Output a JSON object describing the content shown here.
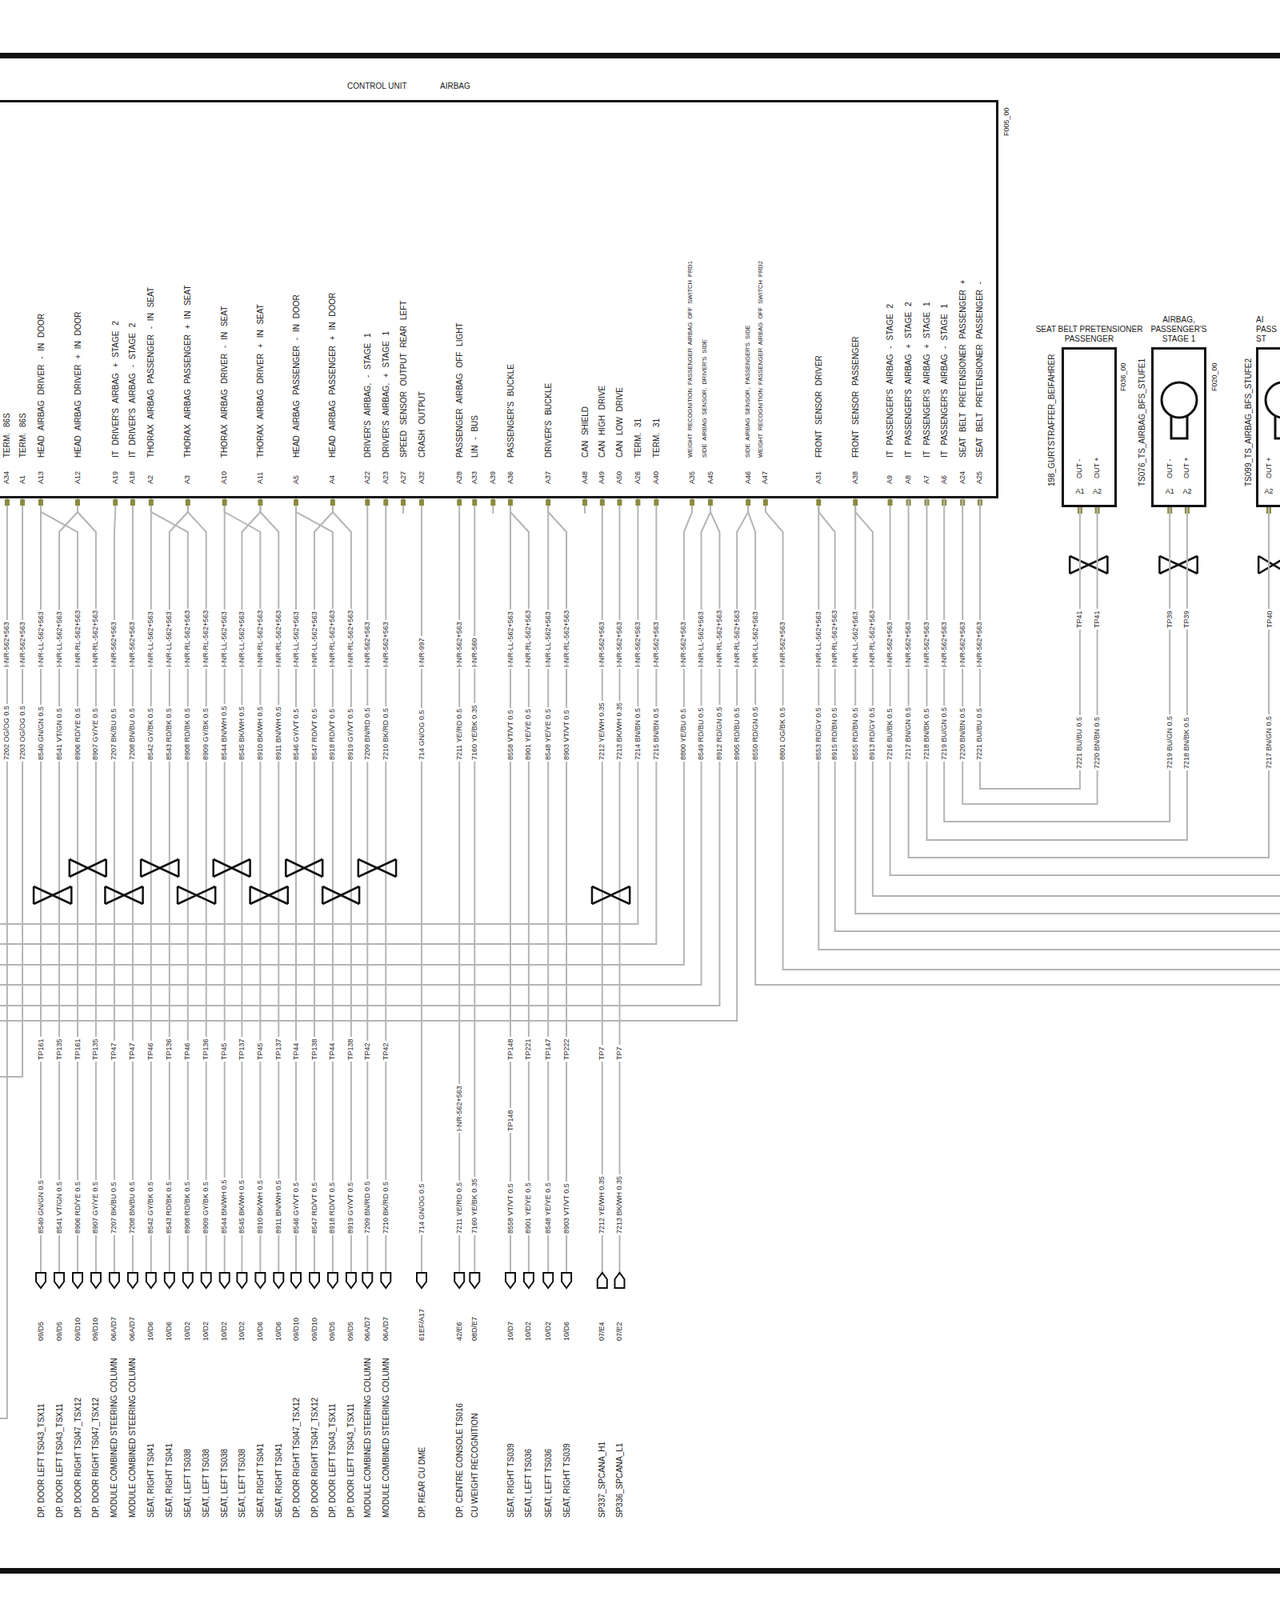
{
  "diagram": {
    "nodes": [
      {
        "text": [
          "CONTROL UNIT",
          "AIRBAG",
          "F005_00"
        ]
      },
      {
        "text": [
          "SEAT BELT PRETENSIONER PASSENGER",
          "198_GURTSTRAFFER_BEIFAHRER",
          "F036_00"
        ]
      },
      {
        "text": [
          "AIRBAG, PASSENGER'S STAGE 1",
          "TS076_TS_AIRBAG_BFS_STUFE1",
          "F020_00"
        ]
      },
      {
        "text": [
          "AI PASS ST",
          "TS099_TS_AIRBAG_BFS_STUFE2"
        ]
      }
    ],
    "edges": [
      {
        "from": 0,
        "to": 1,
        "arrow": "none",
        "label": "7221 BU/BU 0.5"
      },
      {
        "from": 0,
        "to": 1,
        "arrow": "none",
        "label": "7220 BN/BN 0.5"
      },
      {
        "from": 0,
        "to": 2,
        "arrow": "none",
        "label": "7219 BU/GN 0.5"
      },
      {
        "from": 0,
        "to": 2,
        "arrow": "none",
        "label": "7218 BN/BK 0.5"
      },
      {
        "from": 0,
        "to": 3,
        "arrow": "none",
        "label": "7217 BN/GN 0.5"
      }
    ],
    "labels": [
      "TERM. 86S",
      "TERM. 86S",
      "HEAD AIRBAG DRIVER - IN DOOR",
      "HEAD AIRBAG DRIVER + IN DOOR",
      "IT DRIVER'S AIRBAG + STAGE 2",
      "IT DRIVER'S AIRBAG - STAGE 2",
      "THORAX AIRBAG PASSENGER - IN SEAT",
      "THORAX AIRBAG PASSENGER + IN SEAT",
      "THORAX AIRBAG DRIVER - IN SEAT",
      "THORAX AIRBAG DRIVER + IN SEAT",
      "HEAD AIRBAG PASSENGER - IN DOOR",
      "HEAD AIRBAG PASSENGER + IN DOOR",
      "DRIVER'S AIRBAG, - STAGE 1",
      "DRIVER'S AIRBAG, + STAGE 1",
      "SPEED SENSOR OUTPUT REAR LEFT",
      "CRASH OUTPUT",
      "PASSENGER AIRBAG OFF LIGHT",
      "LIN - BUS",
      "PASSENGER'S BUCKLE",
      "DRIVER'S BUCKLE",
      "CAN SHIELD",
      "CAN HIGH DRIVE",
      "CAN LOW DRIVE",
      "TERM. 31",
      "TERM. 31",
      "WEIGHT RECOGNITION PASSENGER AIRBAG OFF SWITCH PRD1",
      "SIDE AIRBAG SENSOR, DRIVER'S SIDE",
      "SIDE AIRBAG SENSOR, PASSENGER'S SIDE",
      "WEIGHT RECOGNITION PASSENGER AIRBAG OFF SWITCH PRD2",
      "FRONT SENSOR DRIVER",
      "FRONT SENSOR PASSENGER",
      "IT PASSENGER'S AIRBAG - STAGE 2",
      "IT PASSENGER'S AIRBAG + STAGE 2",
      "IT PASSENGER'S AIRBAG + STAGE 1",
      "IT PASSENGER'S AIRBAG - STAGE 1",
      "SEAT BELT PRETENSIONER PASSENGER +",
      "SEAT BELT PRETENSIONER PASSENGER -",
      "A34",
      "A1",
      "A13",
      "A12",
      "A19",
      "A18",
      "A2",
      "A3",
      "A10",
      "A11",
      "A5",
      "A4",
      "A22",
      "A23",
      "A27",
      "A32",
      "A28",
      "A33",
      "A39",
      "A36",
      "A37",
      "A48",
      "A49",
      "A50",
      "A26",
      "A40",
      "A35",
      "A45",
      "A46",
      "A47",
      "A31",
      "A38",
      "A9",
      "A8",
      "A7",
      "A6",
      "A24",
      "A25",
      "7202 OG/OG 0.5",
      "7203 OG/OG 0.5",
      "8540 GN/GN 0.5",
      "8541 VT/GN 0.5",
      "8906 RD/YE 0.5",
      "8907 GY/YE 0.5",
      "7207 BK/BU 0.5",
      "7208 BN/BU 0.5",
      "8542 GY/BK 0.5",
      "8543 RD/BK 0.5",
      "8908 RD/BK 0.5",
      "8909 GY/BK 0.5",
      "8544 BN/WH 0.5",
      "8545 BK/WH 0.5",
      "8910 BK/WH 0.5",
      "8911 BN/WH 0.5",
      "8546 GY/VT 0.5",
      "8547 RD/VT 0.5",
      "8918 RD/VT 0.5",
      "8919 GY/VT 0.5",
      "7209 BN/RD 0.5",
      "7210 BK/RD 0.5",
      "714 GN/OG 0.5",
      "7211 YE/RD 0.5",
      "7160 YE/BK 0.35",
      "8558 VT/VT 0.5",
      "8901 YE/YE 0.5",
      "8548 YE/YE 0.5",
      "8903 VT/VT 0.5",
      "7212 YE/WH 0.35",
      "7213 BK/WH 0.35",
      "7214 BN/BN 0.5",
      "7215 BN/BN 0.5",
      "8800 YE/BU 0.5",
      "8549 RD/BU 0.5",
      "8912 RD/GN 0.5",
      "8905 RD/BU 0.5",
      "8550 RD/GN 0.5",
      "8801 OG/BK 0.5",
      "8553 RD/GY 0.5",
      "8915 RD/BN 0.5",
      "8555 RD/BN 0.5",
      "8913 RD/GY 0.5",
      "7216 BU/BK 0.5",
      "7217 BN/GN 0.5",
      "7218 BN/BK 0.5",
      "7219 BU/GN 0.5",
      "7220 BN/BN 0.5",
      "7221 BU/BU 0.5",
      "I-NR-562+563",
      "I-NR-562+563",
      "I-NR-LL-562+563",
      "I-NR-LL-562+563",
      "I-NR-RL-562+563",
      "I-NR-RL-562+563",
      "I-NR-562+563",
      "I-NR-562+563",
      "I-NR-LL-562+563",
      "I-NR-LL-562+563",
      "I-NR-RL-562+563",
      "I-NR-RL-562+563",
      "I-NR-LL-562+563",
      "I-NR-LL-562+563",
      "I-NR-RL-562+563",
      "I-NR-RL-562+563",
      "I-NR-LL-562+563",
      "I-NR-LL-562+563",
      "I-NR-RL-562+563",
      "I-NR-RL-562+563",
      "I-NR-562+563",
      "I-NR-562+563",
      "I-NR-997",
      "I-NR-562+563",
      "I-NR-560",
      "I-NR-LL-562+563",
      "I-NR-RL-562+563",
      "I-NR-LL-562+563",
      "I-NR-RL-562+563",
      "I-NR-562+563",
      "I-NR-562+563",
      "I-NR-562+563",
      "I-NR-562+563",
      "I-NR-562+563",
      "I-NR-LL-562+563",
      "I-NR-RL-562+563",
      "I-NR-RL-562+563",
      "I-NR-LL-562+563",
      "I-NR-562+563",
      "I-NR-LL-562+563",
      "I-NR-RL-562+563",
      "I-NR-LL-562+563",
      "I-NR-RL-562+563",
      "I-NR-562+563",
      "I-NR-562+563",
      "I-NR-562+563",
      "I-NR-562+563",
      "I-NR-562+563",
      "I-NR-562+563",
      "TP161",
      "TP135",
      "TP161",
      "TP135",
      "TP47",
      "TP47",
      "TP46",
      "TP136",
      "TP46",
      "TP136",
      "TP45",
      "TP137",
      "TP45",
      "TP137",
      "TP44",
      "TP138",
      "TP44",
      "TP138",
      "TP42",
      "TP42",
      "TP148",
      "TP221",
      "TP147",
      "TP222",
      "TP7",
      "TP7",
      "I-NR-562+563",
      "TP148",
      "8540 GN/GN 0.5",
      "8541 VT/GN 0.5",
      "8906 RD/YE 0.5",
      "8907 GY/YE 0.5",
      "7207 BK/BU 0.5",
      "7208 BN/BU 0.5",
      "8542 GY/BK 0.5",
      "8543 RD/BK 0.5",
      "8908 RD/BK 0.5",
      "8909 GY/BK 0.5",
      "8544 BN/WH 0.5",
      "8545 BK/WH 0.5",
      "8910 BK/WH 0.5",
      "8911 BN/WH 0.5",
      "8546 GY/VT 0.5",
      "8547 RD/VT 0.5",
      "8918 RD/VT 0.5",
      "8919 GY/VT 0.5",
      "7209 BN/RD 0.5",
      "7210 BK/RD 0.5",
      "714 GN/OG 0.5",
      "7211 YE/RD 0.5",
      "7160 YE/BK 0.35",
      "8558 VT/VT 0.5",
      "8901 YE/YE 0.5",
      "8548 YE/YE 0.5",
      "8903 VT/VT 0.5",
      "7212 YE/WH 0.35",
      "7213 BK/WH 0.35",
      "09/D5",
      "09/D5",
      "09/D10",
      "09/D10",
      "06A/D7",
      "06A/D7",
      "10/D6",
      "10/D6",
      "10/D2",
      "10/D2",
      "10/D2",
      "10/D2",
      "10/D6",
      "10/D6",
      "09/D10",
      "09/D10",
      "09/D5",
      "09/D5",
      "06A/D7",
      "06A/D7",
      "61EF/A17",
      "42/E6",
      "08D/E7",
      "10/D7",
      "10/D2",
      "10/D2",
      "10/D6",
      "07/E4",
      "07/E2",
      "DP, DOOR LEFT TS043_TSX11",
      "DP, DOOR LEFT TS043_TSX11",
      "DP, DOOR RIGHT TS047_TSX12",
      "DP, DOOR RIGHT TS047_TSX12",
      "MODULE COMBINED STEERING COLUMN",
      "MODULE COMBINED STEERING COLUMN",
      "SEAT, RIGHT TS041",
      "SEAT, RIGHT TS041",
      "SEAT, LEFT TS038",
      "SEAT, LEFT TS038",
      "SEAT, LEFT TS038",
      "SEAT, LEFT TS038",
      "SEAT, RIGHT TS041",
      "SEAT, RIGHT TS041",
      "DP, DOOR RIGHT TS047_TSX12",
      "DP, DOOR RIGHT TS047_TSX12",
      "DP, DOOR LEFT TS043_TSX11",
      "DP, DOOR LEFT TS043_TSX11",
      "MODULE COMBINED STEERING COLUMN",
      "MODULE COMBINED STEERING COLUMN",
      "DP, REAR CU DME",
      "DP, CENTRE CONSOLE TS016",
      "CU WEIGHT RECOGNITION",
      "SEAT, RIGHT TS039",
      "SEAT, LEFT TS036",
      "SEAT, LEFT TS036",
      "SEAT, RIGHT TS039",
      "SP337_SPCANA_H1",
      "SP336_SPCANA_L1",
      "TP41",
      "TP41",
      "TP39",
      "TP39",
      "TP40",
      "OUT -",
      "OUT +",
      "A1",
      "A2",
      "OUT -",
      "OUT +",
      "A1",
      "A2",
      "OUT +",
      "A2"
    ]
  }
}
